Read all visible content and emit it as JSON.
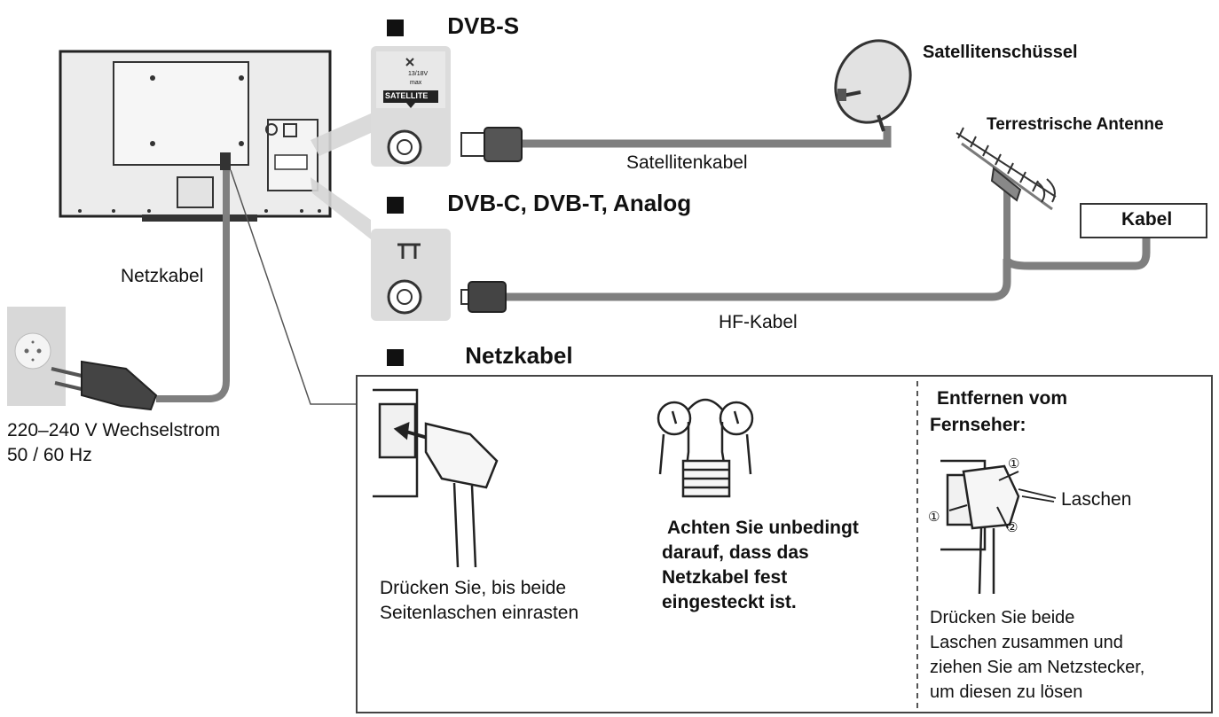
{
  "headings": {
    "dvbs": "DVB-S",
    "dvbc": "DVB-C, DVB-T, Analog",
    "power": "Netzkabel"
  },
  "labels": {
    "satellite_dish": "Satellitenschüssel",
    "terrestrial_antenna": "Terrestrische Antenne",
    "cable_box": "Kabel",
    "satellite_cable": "Satellitenkabel",
    "rf_cable": "HF-Kabel",
    "power_cable": "Netzkabel",
    "mains_line1": "220–240 V Wechselstrom",
    "mains_line2": "50 / 60 Hz",
    "satellite_port_badge": "SATELLITE",
    "satellite_port_small1": "13/18V",
    "satellite_port_small2": "max"
  },
  "power_panel": {
    "insert_line1": "Drücken Sie, bis beide",
    "insert_line2": "Seitenlaschen einrasten",
    "warning_line1": "Achten Sie unbedingt",
    "warning_line2": "darauf, dass das",
    "warning_line3": "Netzkabel fest",
    "warning_line4": "eingesteckt ist.",
    "remove_title1": "Entfernen vom",
    "remove_title2": "Fernseher:",
    "tabs_label": "Laschen",
    "remove_line1": "Drücken Sie beide",
    "remove_line2": "Laschen zusammen und",
    "remove_line3": "ziehen Sie am Netzstecker,",
    "remove_line4": "um diesen zu lösen",
    "marker_1": "①",
    "marker_2": "②"
  },
  "colors": {
    "cable": "#7f7f7f",
    "port_bg": "#dcdcdc",
    "outline": "#222222"
  }
}
